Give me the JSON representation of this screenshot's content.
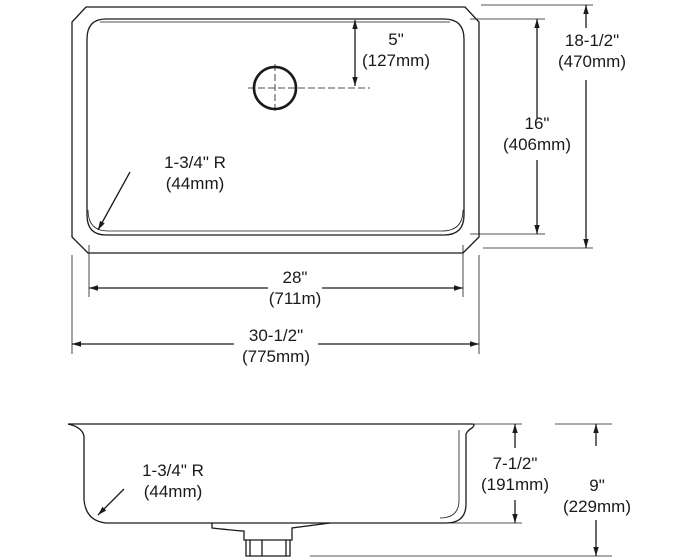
{
  "top_view": {
    "drain_offset": {
      "imperial": "5\"",
      "metric": "(127mm)"
    },
    "outer_length": {
      "imperial": "18-1/2\"",
      "metric": "(470mm)"
    },
    "inner_length": {
      "imperial": "16\"",
      "metric": "(406mm)"
    },
    "corner_radius": {
      "imperial": "1-3/4\" R",
      "metric": "(44mm)"
    },
    "inner_width": {
      "imperial": "28\"",
      "metric": "(711m)"
    },
    "outer_width": {
      "imperial": "30-1/2\"",
      "metric": "(775mm)"
    }
  },
  "side_view": {
    "corner_radius": {
      "imperial": "1-3/4\" R",
      "metric": "(44mm)"
    },
    "bowl_depth": {
      "imperial": "7-1/2\"",
      "metric": "(191mm)"
    },
    "overall_depth": {
      "imperial": "9\"",
      "metric": "(229mm)"
    }
  },
  "colors": {
    "line": "#1a1a1a"
  }
}
